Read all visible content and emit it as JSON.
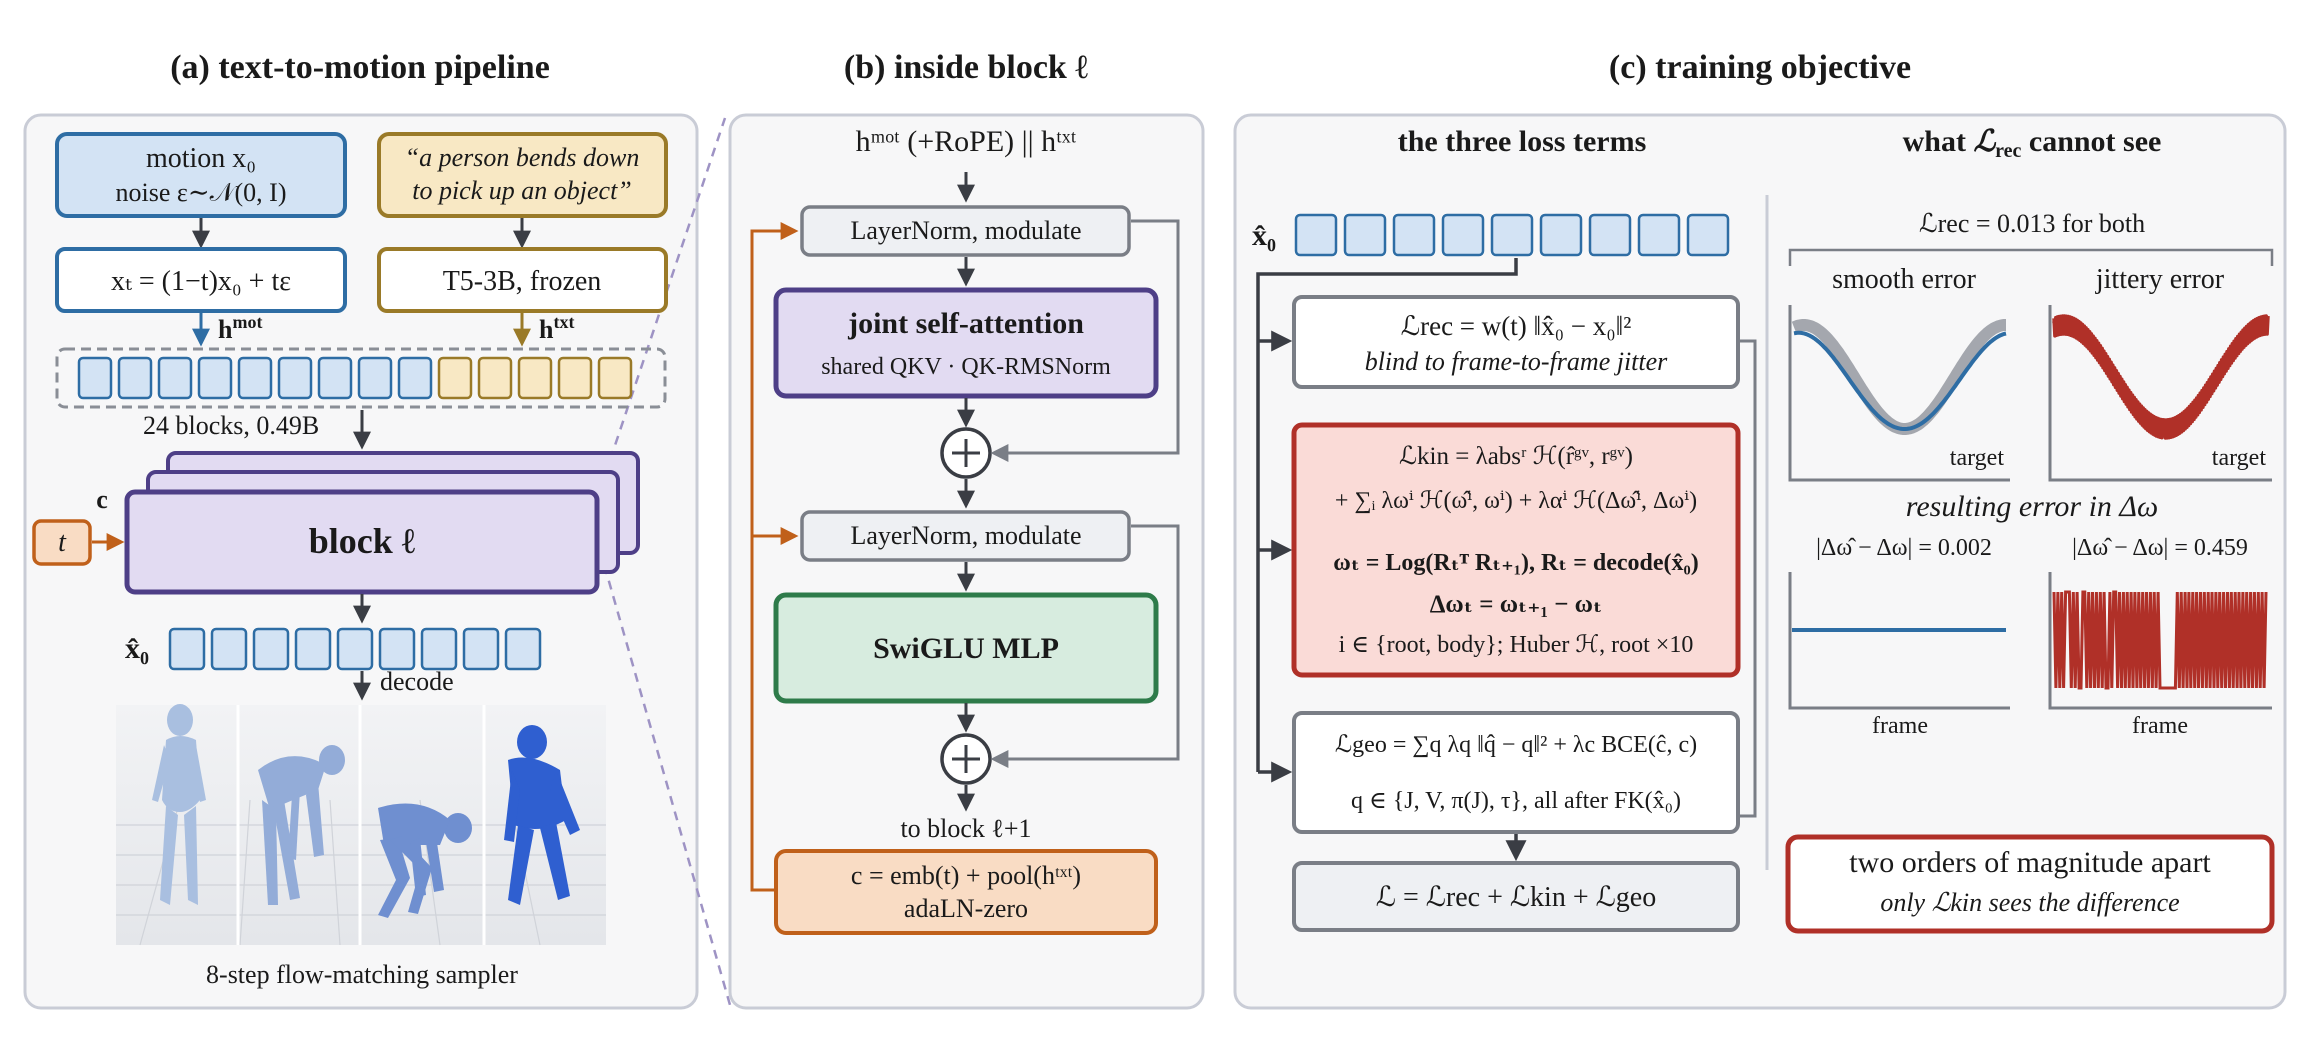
{
  "panels": {
    "a": {
      "title": "(a)  text-to-motion pipeline"
    },
    "b": {
      "title": "(b)  inside block ℓ"
    },
    "c": {
      "title": "(c)  training objective"
    }
  },
  "pipeline": {
    "motion_line1": "motion x₀",
    "motion_line2": "noise ε∼𝒩(0, I)",
    "prompt_line1": "“a person bends down",
    "prompt_line2": "to pick up an object”",
    "interp": "xₜ = (1−t)x₀ + tε",
    "encoder": "T5-3B, frozen",
    "h_mot": "h",
    "h_mot_sup": "mot",
    "h_txt": "h",
    "h_txt_sup": "txt",
    "blocks_label": "24 blocks, 0.49B",
    "block_label": "block ℓ",
    "c_label": "c",
    "t_label": "t",
    "x0hat": "x̂₀",
    "decode": "decode",
    "sampler": "8-step flow-matching sampler",
    "token_count_mot": 9,
    "token_count_txt": 5,
    "output_token_count": 9
  },
  "block": {
    "input": "hᵐᵒᵗ (+RoPE)  ||  hᵗˣᵗ",
    "ln1": "LayerNorm, modulate",
    "attn_title": "joint self-attention",
    "attn_sub": "shared QKV · QK-RMSNorm",
    "ln2": "LayerNorm, modulate",
    "mlp": "SwiGLU MLP",
    "next": "to block ℓ+1",
    "cond_line1": "c = emb(t) + pool(hᵗˣᵗ)",
    "cond_line2": "adaLN-zero"
  },
  "objective": {
    "col1_title": "the three loss terms",
    "col2_title": "what ℒrec cannot see",
    "x0hat": "x̂₀",
    "token_count": 9,
    "rec_formula": "ℒrec = w(t) ‖x̂₀ − x₀‖²",
    "rec_note": "blind to frame-to-frame jitter",
    "kin_line1": "ℒkin = λabsʳ ℋ(r̂ᵍᵛ, rᵍᵛ)",
    "kin_line2": "+ ∑ᵢ λωⁱ ℋ(ω̂ⁱ, ωⁱ) + λαⁱ ℋ(Δω̂ⁱ, Δωⁱ)",
    "kin_line3": "ωₜ = Log(Rₜᵀ Rₜ₊₁), Rₜ = decode(x̂₀)",
    "kin_line4": "Δωₜ = ωₜ₊₁ − ωₜ",
    "kin_line5": "i ∈ {root, body}; Huber ℋ, root ×10",
    "geo_line1": "ℒgeo = ∑q λq ‖q̂ − q‖² + λc BCE(ĉ, c)",
    "geo_line2": "q ∈ {J, V, π(J), τ}, all after FK(x̂₀)",
    "total": "ℒ = ℒrec + ℒkin + ℒgeo",
    "rec_both": "ℒrec = 0.013 for both",
    "smooth_label": "smooth error",
    "jitter_label": "jittery error",
    "target_label": "target",
    "resulting": "resulting error in Δω",
    "smooth_val": "|Δω̂ − Δω| = 0.002",
    "jitter_val": "|Δω̂ − Δω| = 0.459",
    "frame_label": "frame",
    "conclusion_line1": "two orders of magnitude apart",
    "conclusion_line2": "only ℒkin sees the difference"
  },
  "colors": {
    "blue": "#2e6da4",
    "blue_fill": "#d3e3f4",
    "gold": "#9a7a28",
    "gold_fill": "#f8e8c4",
    "purple": "#4e3f87",
    "purple_fill": "#e2dbf2",
    "green": "#2e7b4a",
    "green_fill": "#d7ecdf",
    "orange": "#c0601a",
    "orange_fill": "#f9dcc4",
    "red": "#b03028",
    "red_fill": "#fadbd7",
    "gray": "#7a7e86",
    "panel_fill": "#f7f7f8"
  }
}
